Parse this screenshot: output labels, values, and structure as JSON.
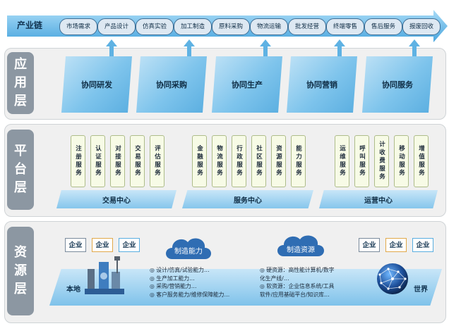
{
  "chain": {
    "title": "产业链",
    "items": [
      "市场需求",
      "产品设计",
      "仿真实验",
      "加工制造",
      "原料采购",
      "物流运输",
      "批发经营",
      "终端零售",
      "售后服务",
      "报废回收"
    ]
  },
  "layers": {
    "application": {
      "label": [
        "应",
        "用",
        "层"
      ],
      "boxes": [
        "协同研发",
        "协同采购",
        "协同生产",
        "协同营销",
        "协同服务"
      ]
    },
    "platform": {
      "label": [
        "平",
        "台",
        "层"
      ],
      "trade": {
        "title": "交易中心",
        "services": [
          "注册服务",
          "认证服务",
          "对接服务",
          "交易服务",
          "评估服务"
        ]
      },
      "service": {
        "title": "服务中心",
        "services": [
          "金融服务",
          "物流服务",
          "行政服务",
          "社区服务",
          "资源服务",
          "能力服务"
        ]
      },
      "operation": {
        "title": "运营中心",
        "services": [
          "运维服务",
          "呼叫服务",
          "计收费服务",
          "移动服务",
          "增值服务"
        ]
      }
    },
    "resource": {
      "label": [
        "资",
        "源",
        "层"
      ],
      "local_enterprises": [
        "企业",
        "企业",
        "企业"
      ],
      "world_enterprises": [
        "企业",
        "企业",
        "企业"
      ],
      "local_label": "本地",
      "world_label": "世界",
      "capability_cloud": "制造能力",
      "resource_cloud": "制造资源",
      "capability_items": [
        "◎ 设计/仿真/试验能力…",
        "◎ 生产加工能力…",
        "◎ 采购/营销能力…",
        "◎ 客户服务能力/维修保障能力…"
      ],
      "resource_items": [
        "◎ 硬资源：高性能计算机/数字",
        "化生产线/…",
        "◎ 软资源：企业信息系统/工具",
        "软件/应用基础平台/知识库…"
      ]
    }
  },
  "colors": {
    "chain_arrow": "#5fb2e3",
    "layer_tab": "#8c97a2",
    "app_box": "#7ec4ec",
    "service_card": "#f7fbe6",
    "ent_border_1": "#7a8b9c",
    "ent_border_2": "#e1a94a",
    "cloud": "#2f6db3"
  }
}
